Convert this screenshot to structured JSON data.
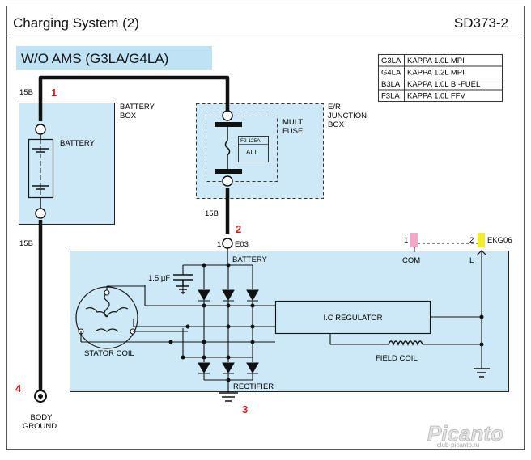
{
  "header": {
    "title": "Charging System (2)",
    "code": "SD373-2"
  },
  "variant_label": "W/O AMS (G3LA/G4LA)",
  "engine_table": [
    {
      "code": "G3LA",
      "desc": "KAPPA 1.0L MPI"
    },
    {
      "code": "G4LA",
      "desc": "KAPPA 1.2L MPI"
    },
    {
      "code": "B3LA",
      "desc": "KAPPA 1.0L BI-FUEL"
    },
    {
      "code": "F3LA",
      "desc": "KAPPA 1.0L FFV"
    }
  ],
  "battery_box": {
    "label_line1": "BATTERY",
    "label_line2": "BOX",
    "battery_label": "BATTERY"
  },
  "junction_box": {
    "label_line1": "E/R",
    "label_line2": "JUNCTION",
    "label_line3": "BOX",
    "fuse_label_line1": "MULTI",
    "fuse_label_line2": "FUSE",
    "fuse_rating": "F2 125A",
    "fuse_name": "ALT"
  },
  "wires": {
    "top_left": "15B",
    "mid_left": "15B",
    "junction_out": "15B"
  },
  "markers": {
    "m1": "1",
    "m2": "2",
    "m3": "3",
    "m4": "4"
  },
  "alternator": {
    "connector_pin": "1",
    "connector_id": "E03",
    "battery_terminal": "BATTERY",
    "capacitor": "1.5 μF",
    "stator": "STATOR COIL",
    "regulator": "I.C REGULATOR",
    "field_coil": "FIELD COIL",
    "rectifier": "RECTIFIER",
    "com_pin": "1",
    "com_label": "COM",
    "l_pin": "2",
    "l_label": "L",
    "ekg": "EKG06"
  },
  "ground": {
    "line1": "BODY",
    "line2": "GROUND"
  },
  "watermark": {
    "brand": "Picanto",
    "url": "club-picanto.ru"
  },
  "colors": {
    "box_fill": "#cde8f6",
    "label_fill": "#bfe3f5",
    "marker_red": "#cc1f1f",
    "com_pink": "#f3a6c8",
    "ekg_yellow": "#f4ec2a"
  }
}
